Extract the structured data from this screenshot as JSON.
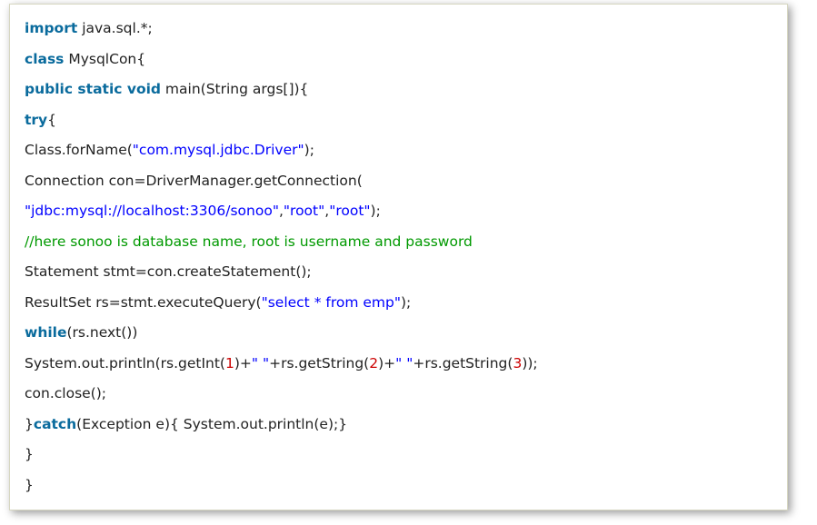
{
  "code_block": {
    "language": "java",
    "colors": {
      "keyword": "#0a6b9d",
      "string": "#0000ff",
      "comment": "#009900",
      "number": "#cc0000",
      "text": "#222222",
      "border": "#d6d6c0",
      "background": "#ffffff"
    },
    "lines": [
      {
        "segments": [
          {
            "t": "keyword",
            "v": "import"
          },
          {
            "t": "plain",
            "v": " java.sql.*;"
          }
        ]
      },
      {
        "segments": [
          {
            "t": "keyword",
            "v": "class"
          },
          {
            "t": "plain",
            "v": " MysqlCon{"
          }
        ]
      },
      {
        "segments": [
          {
            "t": "keyword",
            "v": "public static void"
          },
          {
            "t": "plain",
            "v": " main(String args[]){"
          }
        ]
      },
      {
        "segments": [
          {
            "t": "keyword",
            "v": "try"
          },
          {
            "t": "plain",
            "v": "{"
          }
        ]
      },
      {
        "segments": [
          {
            "t": "plain",
            "v": "Class.forName("
          },
          {
            "t": "string",
            "v": "\"com.mysql.jdbc.Driver\""
          },
          {
            "t": "plain",
            "v": ");"
          }
        ]
      },
      {
        "segments": [
          {
            "t": "plain",
            "v": "Connection con=DriverManager.getConnection("
          }
        ]
      },
      {
        "segments": [
          {
            "t": "string",
            "v": "\"jdbc:mysql://localhost:3306/sonoo\""
          },
          {
            "t": "plain",
            "v": ","
          },
          {
            "t": "string",
            "v": "\"root\""
          },
          {
            "t": "plain",
            "v": ","
          },
          {
            "t": "string",
            "v": "\"root\""
          },
          {
            "t": "plain",
            "v": ");"
          }
        ]
      },
      {
        "segments": [
          {
            "t": "comment",
            "v": "//here sonoo is database name, root is username and password"
          }
        ]
      },
      {
        "segments": [
          {
            "t": "plain",
            "v": "Statement stmt=con.createStatement();"
          }
        ]
      },
      {
        "segments": [
          {
            "t": "plain",
            "v": "ResultSet rs=stmt.executeQuery("
          },
          {
            "t": "string",
            "v": "\"select * from emp\""
          },
          {
            "t": "plain",
            "v": ");"
          }
        ]
      },
      {
        "segments": [
          {
            "t": "keyword",
            "v": "while"
          },
          {
            "t": "plain",
            "v": "(rs.next())"
          }
        ]
      },
      {
        "segments": [
          {
            "t": "plain",
            "v": "System.out.println(rs.getInt("
          },
          {
            "t": "number",
            "v": "1"
          },
          {
            "t": "plain",
            "v": ")+"
          },
          {
            "t": "string",
            "v": "\" \""
          },
          {
            "t": "plain",
            "v": "+rs.getString("
          },
          {
            "t": "number",
            "v": "2"
          },
          {
            "t": "plain",
            "v": ")+"
          },
          {
            "t": "string",
            "v": "\" \""
          },
          {
            "t": "plain",
            "v": "+rs.getString("
          },
          {
            "t": "number",
            "v": "3"
          },
          {
            "t": "plain",
            "v": "));"
          }
        ]
      },
      {
        "segments": [
          {
            "t": "plain",
            "v": "con.close();"
          }
        ]
      },
      {
        "segments": [
          {
            "t": "plain",
            "v": "}"
          },
          {
            "t": "keyword",
            "v": "catch"
          },
          {
            "t": "plain",
            "v": "(Exception e){ System.out.println(e);}"
          }
        ]
      },
      {
        "segments": [
          {
            "t": "plain",
            "v": "}"
          }
        ]
      },
      {
        "segments": [
          {
            "t": "plain",
            "v": "}"
          }
        ]
      }
    ]
  }
}
